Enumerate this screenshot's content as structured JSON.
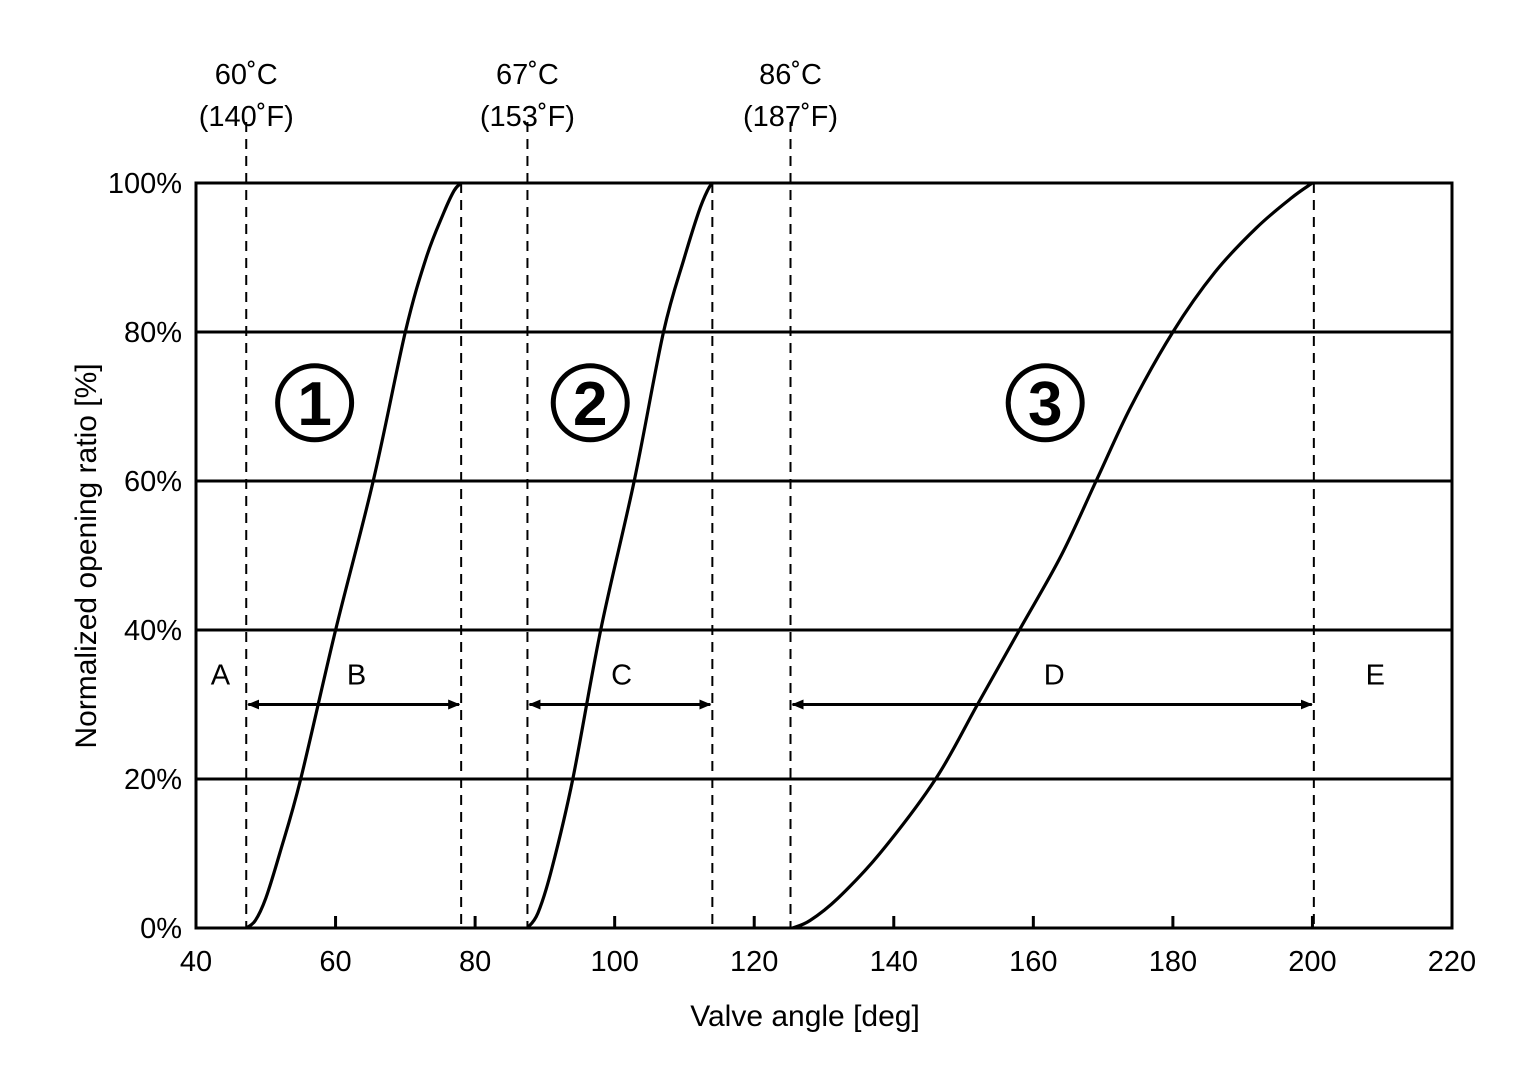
{
  "chart_data": {
    "type": "line",
    "title": "",
    "xlabel": "Valve angle [deg]",
    "ylabel": "Normalized opening ratio [%]",
    "xlim": [
      40,
      220
    ],
    "ylim": [
      0,
      100
    ],
    "x_ticks": [
      40,
      60,
      80,
      100,
      120,
      140,
      160,
      180,
      200,
      220
    ],
    "y_ticks": [
      0,
      20,
      40,
      60,
      80,
      100
    ],
    "y_tick_labels": [
      "0%",
      "20%",
      "40%",
      "60%",
      "80%",
      "100%"
    ],
    "grid": "horizontal",
    "series": [
      {
        "name": "1",
        "x": [
          47.2,
          48.5,
          50,
          52,
          55,
          60,
          65.4,
          70,
          73,
          75.5,
          77,
          78
        ],
        "y": [
          0,
          1,
          4,
          10,
          20,
          40,
          60,
          80,
          90,
          96,
          99,
          100
        ]
      },
      {
        "name": "2",
        "x": [
          87.5,
          89,
          91,
          94,
          98,
          102.8,
          107,
          110,
          112,
          113.3,
          114
        ],
        "y": [
          0,
          2,
          8,
          20,
          40,
          60,
          80,
          90,
          96,
          99,
          100
        ]
      },
      {
        "name": "3",
        "x": [
          125.5,
          128,
          132,
          138,
          146,
          152,
          158,
          164,
          169,
          174,
          180,
          186,
          192,
          197,
          200
        ],
        "y": [
          0,
          1,
          4,
          10,
          20,
          30,
          40,
          50,
          60,
          70,
          80,
          88,
          94,
          98,
          100
        ]
      }
    ],
    "vertical_markers": [
      {
        "x": 47.2,
        "label_top": "60˚C",
        "label_bottom": "(140˚F)"
      },
      {
        "x": 78,
        "label_top": "",
        "label_bottom": ""
      },
      {
        "x": 87.5,
        "label_top": "67˚C",
        "label_bottom": "(153˚F)"
      },
      {
        "x": 114,
        "label_top": "",
        "label_bottom": ""
      },
      {
        "x": 125.2,
        "label_top": "86˚C",
        "label_bottom": "(187˚F)"
      },
      {
        "x": 200.2,
        "label_top": "",
        "label_bottom": ""
      }
    ],
    "ranges": [
      {
        "label": "B",
        "x_start": 47.2,
        "x_end": 78,
        "y": 30
      },
      {
        "label": "C",
        "x_start": 87.5,
        "x_end": 114,
        "y": 30
      },
      {
        "label": "D",
        "x_start": 125.2,
        "x_end": 200.2,
        "y": 30
      }
    ],
    "zone_labels": [
      {
        "label": "A",
        "x": 43.5,
        "y": 34
      },
      {
        "label": "B",
        "x": 63,
        "y": 34
      },
      {
        "label": "C",
        "x": 101,
        "y": 34
      },
      {
        "label": "D",
        "x": 163,
        "y": 34
      },
      {
        "label": "E",
        "x": 209,
        "y": 34
      }
    ],
    "curve_labels": [
      {
        "label": "1",
        "x": 57,
        "y": 70.5
      },
      {
        "label": "2",
        "x": 96.5,
        "y": 70.5
      },
      {
        "label": "3",
        "x": 161.7,
        "y": 70.5
      }
    ]
  }
}
